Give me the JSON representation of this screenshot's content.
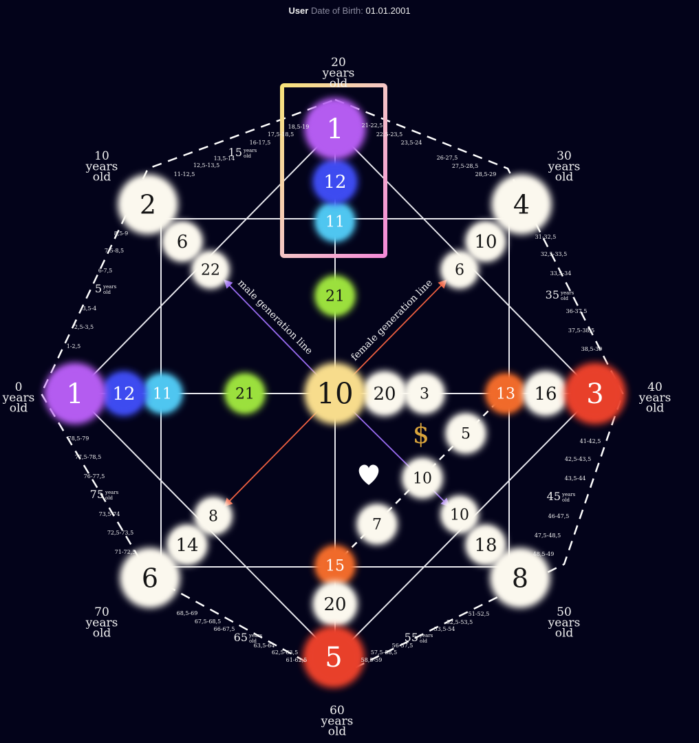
{
  "header": {
    "user": "User",
    "dob_label": "Date of Birth:",
    "dob": "01.01.2001"
  },
  "colors": {
    "background": "#03031a",
    "purple": "#b45cf0",
    "blue": "#3d4cf0",
    "cyan": "#4fc6f0",
    "green": "#9be03c",
    "yellow": "#f7dc8c",
    "orange": "#f06b2a",
    "red": "#e8402c",
    "white": "#fbf8ee",
    "gold": "#d9a43c",
    "male_line": "#9a6cf2",
    "female_line": "#f06040"
  },
  "nodes": {
    "top_main": "1",
    "top_2": "12",
    "top_3": "11",
    "top_inner": "21",
    "left_main": "1",
    "left_2": "12",
    "left_3": "11",
    "left_inner": "21",
    "center": "10",
    "right_center_1": "20",
    "right_center_2": "3",
    "right_main": "3",
    "right_2": "16",
    "right_3": "13",
    "bottom_main": "5",
    "bottom_2": "20",
    "bottom_3": "15",
    "tl_corner": "2",
    "tl_2": "6",
    "tl_3": "22",
    "tr_corner": "4",
    "tr_2": "10",
    "tr_3": "6",
    "bl_corner": "6",
    "bl_2": "14",
    "bl_3": "8",
    "br_corner": "8",
    "br_2": "18",
    "br_3": "10",
    "money": "5",
    "love_mid": "10",
    "love_low": "7",
    "dollar": "$"
  },
  "lines": {
    "male": "male generation line",
    "female": "female generation line"
  },
  "ages": {
    "a0": {
      "n": "0",
      "l1": "years",
      "l2": "old"
    },
    "a10": {
      "n": "10",
      "l1": "years",
      "l2": "old"
    },
    "a20": {
      "n": "20",
      "l1": "years",
      "l2": "old"
    },
    "a30": {
      "n": "30",
      "l1": "years",
      "l2": "old"
    },
    "a40": {
      "n": "40",
      "l1": "years",
      "l2": "old"
    },
    "a50": {
      "n": "50",
      "l1": "years",
      "l2": "old"
    },
    "a60": {
      "n": "60",
      "l1": "years",
      "l2": "old"
    },
    "a70": {
      "n": "70",
      "l1": "years",
      "l2": "old"
    },
    "m5": {
      "n": "5",
      "l1": "years",
      "l2": "old"
    },
    "m15": {
      "n": "15",
      "l1": "years",
      "l2": "old"
    },
    "m35": {
      "n": "35",
      "l1": "years",
      "l2": "old"
    },
    "m45": {
      "n": "45",
      "l1": "years",
      "l2": "old"
    },
    "m55": {
      "n": "55",
      "l1": "years",
      "l2": "old"
    },
    "m65": {
      "n": "65",
      "l1": "years",
      "l2": "old"
    },
    "m75": {
      "n": "75",
      "l1": "years",
      "l2": "old"
    }
  },
  "ranges": {
    "r1_2_5": "1-2,5",
    "r2_5_3_5": "2,5-3,5",
    "r3_5_4": "3,5-4",
    "r6_7_5": "6-7,5",
    "r7_5_8_5": "7,5-8,5",
    "r8_5_9": "8,5-9",
    "r11_12_5": "11-12,5",
    "r12_5_13_5": "12,5-13,5",
    "r13_5_14": "13,5-14",
    "r16_17_5": "16-17,5",
    "r17_5_18_5": "17,5-18,5",
    "r18_5_19": "18,5-19",
    "r21_22_5": "21-22,5",
    "r22_5_23_5": "22,5-23,5",
    "r23_5_24": "23,5-24",
    "r26_27_5": "26-27,5",
    "r27_5_28_5": "27,5-28,5",
    "r28_5_29": "28,5-29",
    "r31_32_5": "31-32,5",
    "r32_5_33_5": "32,5-33,5",
    "r33_5_34": "33,5-34",
    "r36_37_5": "36-37,5",
    "r37_5_38_5": "37,5-38,5",
    "r38_5_39": "38,5-39",
    "r41_42_5": "41-42,5",
    "r42_5_43_5": "42,5-43,5",
    "r43_5_44": "43,5-44",
    "r46_47_5": "46-47,5",
    "r47_5_48_5": "47,5-48,5",
    "r48_5_49": "48,5-49",
    "r51_52_5": "51-52,5",
    "r52_5_53_5": "52,5-53,5",
    "r53_5_54": "53,5-54",
    "r56_57_5": "56-57,5",
    "r57_5_58_5": "57,5-58,5",
    "r58_5_59": "58,5-59",
    "r61_62_5": "61-62,5",
    "r62_5_63_5": "62,5-63,5",
    "r63_5_64": "63,5-64",
    "r66_67_5": "66-67,5",
    "r67_5_68_5": "67,5-68,5",
    "r68_5_69": "68,5-69",
    "r71_72_5": "71-72,5",
    "r72_5_73_5": "72,5-73,5",
    "r73_5_74": "73,5-74",
    "r76_77_5": "76-77,5",
    "r77_5_78_5": "77,5-78,5",
    "r78_5_79": "78,5-79"
  }
}
